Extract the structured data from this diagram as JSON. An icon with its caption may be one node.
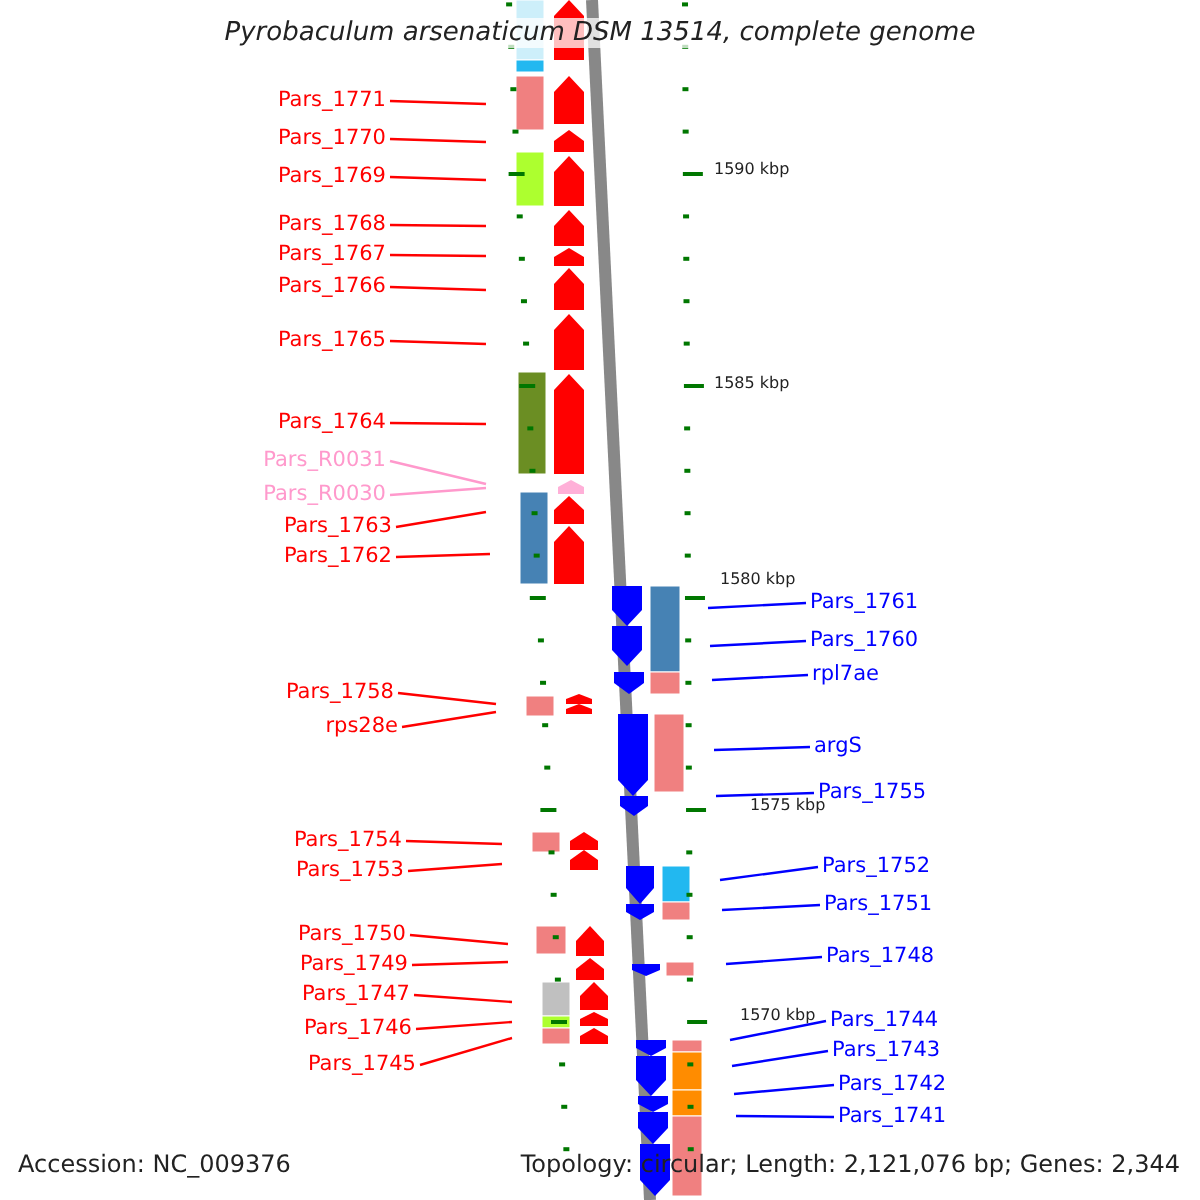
{
  "diagram": {
    "title": "Pyrobaculum arsenaticum DSM 13514, complete genome",
    "nodes": [
      {
        "text": [
          "Pars_1771"
        ]
      },
      {
        "text": [
          "Pars_1770"
        ]
      },
      {
        "text": [
          "Pars_1769"
        ]
      },
      {
        "text": [
          "Pars_1768"
        ]
      },
      {
        "text": [
          "Pars_1767"
        ]
      },
      {
        "text": [
          "Pars_1766"
        ]
      },
      {
        "text": [
          "Pars_1765"
        ]
      },
      {
        "text": [
          "Pars_1764"
        ]
      },
      {
        "text": [
          "Pars_R0031"
        ]
      },
      {
        "text": [
          "Pars_R0030"
        ]
      },
      {
        "text": [
          "Pars_1763"
        ]
      },
      {
        "text": [
          "Pars_1762"
        ]
      },
      {
        "text": [
          "Pars_1758"
        ]
      },
      {
        "text": [
          "rps28e"
        ]
      },
      {
        "text": [
          "Pars_1754"
        ]
      },
      {
        "text": [
          "Pars_1753"
        ]
      },
      {
        "text": [
          "Pars_1750"
        ]
      },
      {
        "text": [
          "Pars_1749"
        ]
      },
      {
        "text": [
          "Pars_1747"
        ]
      },
      {
        "text": [
          "Pars_1746"
        ]
      },
      {
        "text": [
          "Pars_1745"
        ]
      },
      {
        "text": [
          "Pars_1761"
        ]
      },
      {
        "text": [
          "Pars_1760"
        ]
      },
      {
        "text": [
          "rpl7ae"
        ]
      },
      {
        "text": [
          "argS"
        ]
      },
      {
        "text": [
          "Pars_1755"
        ]
      },
      {
        "text": [
          "Pars_1752"
        ]
      },
      {
        "text": [
          "Pars_1751"
        ]
      },
      {
        "text": [
          "Pars_1748"
        ]
      },
      {
        "text": [
          "Pars_1744"
        ]
      },
      {
        "text": [
          "Pars_1743"
        ]
      },
      {
        "text": [
          "Pars_1742"
        ]
      },
      {
        "text": [
          "Pars_1741"
        ]
      }
    ],
    "edges": [
      {
        "from": 0,
        "to": null,
        "arrow": "none"
      },
      {
        "from": 1,
        "to": null,
        "arrow": "none"
      },
      {
        "from": 2,
        "to": null,
        "arrow": "none"
      },
      {
        "from": 3,
        "to": null,
        "arrow": "none"
      },
      {
        "from": 4,
        "to": null,
        "arrow": "none"
      },
      {
        "from": 5,
        "to": null,
        "arrow": "none"
      },
      {
        "from": 6,
        "to": null,
        "arrow": "none"
      },
      {
        "from": 7,
        "to": null,
        "arrow": "none"
      },
      {
        "from": 8,
        "to": null,
        "arrow": "none",
        "color": "#ff99cc"
      },
      {
        "from": 9,
        "to": null,
        "arrow": "none",
        "color": "#ff99cc"
      },
      {
        "from": 10,
        "to": null,
        "arrow": "none"
      },
      {
        "from": 11,
        "to": null,
        "arrow": "none"
      },
      {
        "from": 12,
        "to": null,
        "arrow": "none"
      },
      {
        "from": 13,
        "to": null,
        "arrow": "none"
      },
      {
        "from": 14,
        "to": null,
        "arrow": "none"
      },
      {
        "from": 15,
        "to": null,
        "arrow": "none"
      },
      {
        "from": 16,
        "to": null,
        "arrow": "none"
      },
      {
        "from": 17,
        "to": null,
        "arrow": "none"
      },
      {
        "from": 18,
        "to": null,
        "arrow": "none"
      },
      {
        "from": 19,
        "to": null,
        "arrow": "none"
      },
      {
        "from": 20,
        "to": null,
        "arrow": "none"
      },
      {
        "from": 21,
        "to": null,
        "arrow": "none",
        "color": "#0000ff"
      },
      {
        "from": 22,
        "to": null,
        "arrow": "none",
        "color": "#0000ff"
      },
      {
        "from": 23,
        "to": null,
        "arrow": "none",
        "color": "#0000ff"
      },
      {
        "from": 24,
        "to": null,
        "arrow": "none",
        "color": "#0000ff"
      },
      {
        "from": 25,
        "to": null,
        "arrow": "none",
        "color": "#0000ff"
      },
      {
        "from": 26,
        "to": null,
        "arrow": "none",
        "color": "#0000ff"
      },
      {
        "from": 27,
        "to": null,
        "arrow": "none",
        "color": "#0000ff"
      },
      {
        "from": 28,
        "to": null,
        "arrow": "none",
        "color": "#0000ff"
      },
      {
        "from": 29,
        "to": null,
        "arrow": "none",
        "color": "#0000ff"
      },
      {
        "from": 30,
        "to": null,
        "arrow": "none",
        "color": "#0000ff"
      },
      {
        "from": 31,
        "to": null,
        "arrow": "none",
        "color": "#0000ff"
      },
      {
        "from": 32,
        "to": null,
        "arrow": "none",
        "color": "#0000ff"
      }
    ],
    "labels": [
      "1590 kbp",
      "1585 kbp",
      "1580 kbp",
      "1575 kbp",
      "1570 kbp",
      "Accession: NC_009376",
      "Topology: circular; Length: 2,121,076 bp; Genes: 2,344"
    ]
  }
}
